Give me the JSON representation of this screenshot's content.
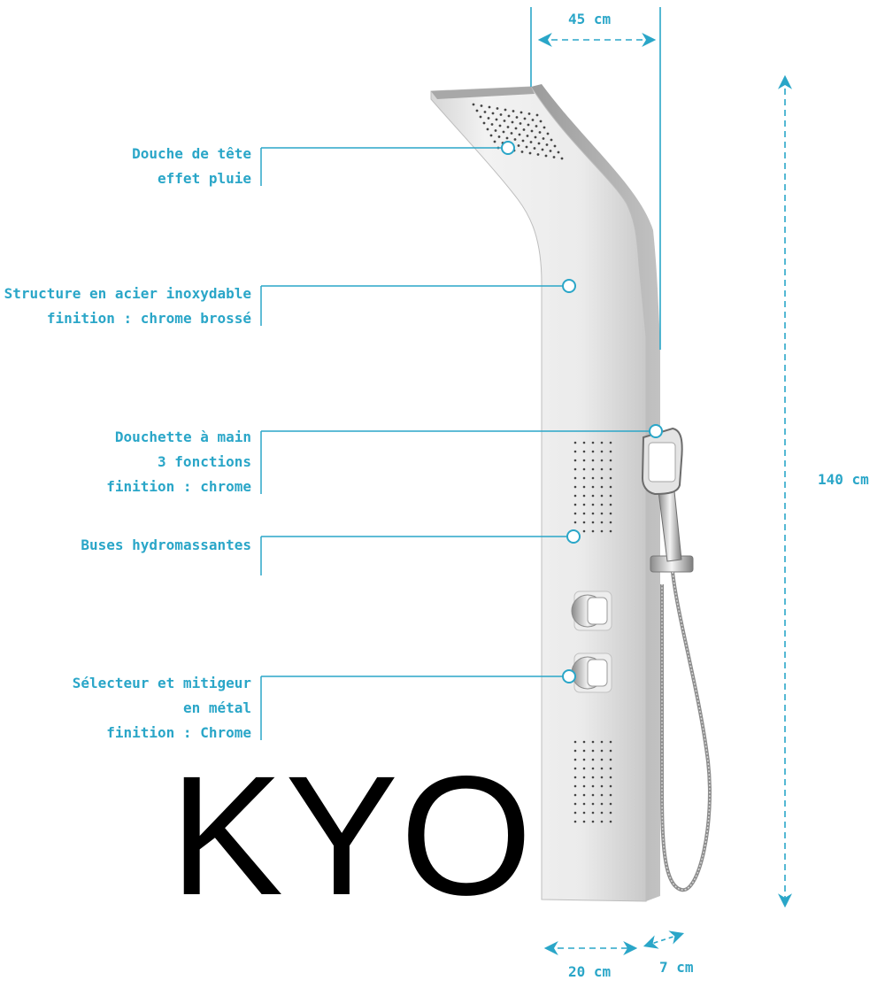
{
  "brand": {
    "name": "KYO"
  },
  "callouts": [
    {
      "id": "head",
      "lines": [
        "Douche de tête",
        "effet pluie"
      ]
    },
    {
      "id": "structure",
      "lines": [
        "Structure en  acier inoxydable",
        "finition : chrome brossé"
      ]
    },
    {
      "id": "handshower",
      "lines": [
        "Douchette à main",
        "3 fonctions",
        "finition : chrome"
      ]
    },
    {
      "id": "jets",
      "lines": [
        "Buses hydromassantes"
      ]
    },
    {
      "id": "mixer",
      "lines": [
        "Sélecteur et mitigeur",
        "en métal",
        "finition : Chrome"
      ]
    }
  ],
  "dimensions": {
    "width_top": "45 cm",
    "height": "140 cm",
    "width_bottom": "20 cm",
    "depth": "7 cm"
  },
  "colors": {
    "accent": "#2aa6c8",
    "brand": "#000000"
  }
}
